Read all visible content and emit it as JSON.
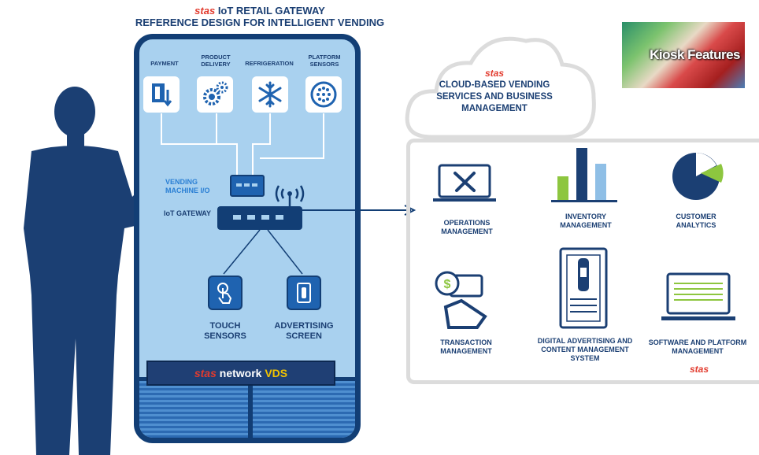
{
  "header": {
    "brand": "stas",
    "line1": "IoT RETAIL GATEWAY",
    "line2": "REFERENCE DESIGN FOR INTELLIGENT VENDING"
  },
  "machine": {
    "modules": [
      {
        "label": "PAYMENT",
        "icon": "payment-card-icon"
      },
      {
        "label": "PRODUCT DELIVERY",
        "icon": "gears-icon"
      },
      {
        "label": "REFRIGERATION",
        "icon": "snowflake-icon"
      },
      {
        "label": "PLATFORM SENSORS",
        "icon": "sensor-grid-icon"
      }
    ],
    "vending_io_label": "VENDING MACHINE I/O",
    "gateway_label": "IoT GATEWAY",
    "touch_label": "TOUCH SENSORS",
    "ad_screen_label": "ADVERTISING SCREEN",
    "network_banner": {
      "left": "stas",
      "middle": "network",
      "right": "VDS"
    }
  },
  "cloud": {
    "brand": "stas",
    "title": "CLOUD-BASED VENDING SERVICES AND BUSINESS MANAGEMENT"
  },
  "services": [
    {
      "label": "OPERATIONS MANAGEMENT",
      "icon": "tools-laptop-icon"
    },
    {
      "label": "INVENTORY MANAGEMENT",
      "icon": "bar-chart-icon"
    },
    {
      "label": "CUSTOMER ANALYTICS",
      "icon": "pie-chart-icon"
    },
    {
      "label": "TRANSACTION MANAGEMENT",
      "icon": "dollar-hand-icon"
    },
    {
      "label": "DIGITAL ADVERTISING AND CONTENT MANAGEMENT SYSTEM",
      "icon": "bottle-tablet-icon"
    },
    {
      "label": "SOFTWARE AND PLATFORM MANAGEMENT",
      "icon": "laptop-icon"
    }
  ],
  "footer_brand": "stas",
  "kiosk_button": {
    "label": "Kiosk Features"
  },
  "colors": {
    "navy": "#123e75",
    "machine_fill": "#a9d1ef",
    "brand_red": "#e23b2e",
    "accent_blue": "#2a7fd4"
  }
}
